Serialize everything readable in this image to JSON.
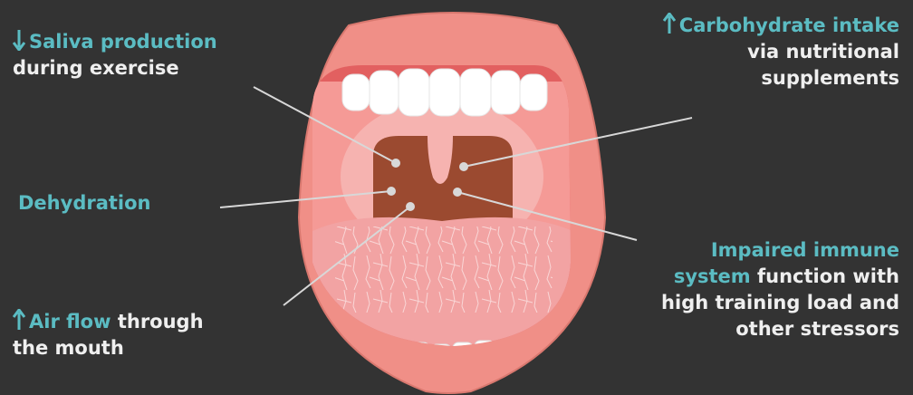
{
  "labels": {
    "saliva": {
      "highlight": "Saliva production",
      "rest": "during exercise",
      "arrow": "down-arrow"
    },
    "carb": {
      "highlight": "Carbohydrate intake",
      "line2": "via nutritional",
      "line3": "supplements",
      "arrow": "up-arrow"
    },
    "dehydration": {
      "highlight": "Dehydration"
    },
    "immune": {
      "highlight1": "Impaired immune",
      "highlight2": "system",
      "rest2": " function with",
      "line3": "high training load and",
      "line4": "other stressors"
    },
    "airflow": {
      "highlight": "Air flow",
      "rest1": " through",
      "line2": "the mouth",
      "arrow": "up-arrow"
    }
  },
  "colors": {
    "background": "#333333",
    "highlight_text": "#5bbcc3",
    "body_text": "#efefef",
    "lips": "#f08f87",
    "tongue": "#f2a3a3",
    "throat": "#9b4a30",
    "teeth": "#ffffff",
    "pointer": "#d8d8d8"
  }
}
